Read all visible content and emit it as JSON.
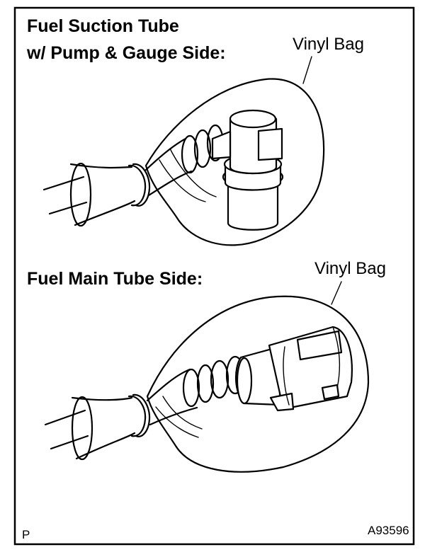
{
  "top_panel": {
    "heading_line1": "Fuel Suction Tube",
    "heading_line2": "w/ Pump & Gauge Side:",
    "bag_label": "Vinyl Bag"
  },
  "bottom_panel": {
    "heading": "Fuel Main Tube Side:",
    "bag_label": "Vinyl Bag"
  },
  "corner_left": "P",
  "corner_right": "A93596",
  "colors": {
    "line": "#000000",
    "background": "#ffffff"
  }
}
